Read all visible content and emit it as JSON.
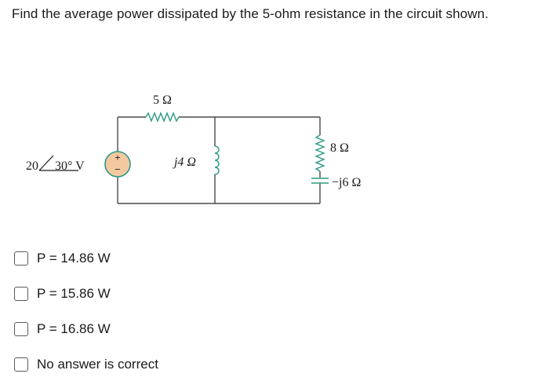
{
  "question": "Find the average power dissipated by the 5-ohm resistance in the circuit shown.",
  "circuit": {
    "source_magnitude": "20",
    "source_angle": "30° V",
    "resistor_series": "5 Ω",
    "inductor": "j4 Ω",
    "resistor_branch": "8 Ω",
    "capacitor": "−j6 Ω",
    "source_plus": "+",
    "source_minus": "−",
    "colors": {
      "wire": "#4a4a4a",
      "component": "#2a9a85",
      "source_fill": "#f5c9a0"
    }
  },
  "options": [
    {
      "label": "P = 14.86 W"
    },
    {
      "label": "P = 15.86 W"
    },
    {
      "label": "P = 16.86 W"
    },
    {
      "label": "No answer is correct"
    }
  ]
}
